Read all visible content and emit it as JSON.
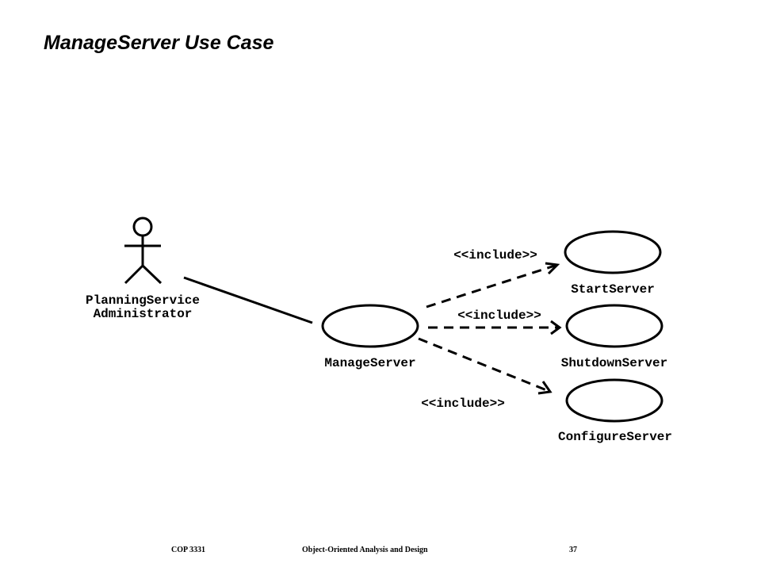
{
  "title": "ManageServer Use Case",
  "actor": {
    "name_line1": "PlanningService",
    "name_line2": "Administrator"
  },
  "use_cases": {
    "main": "ManageServer",
    "start": "StartServer",
    "shutdown": "ShutdownServer",
    "configure": "ConfigureServer"
  },
  "relations": {
    "include_start": "<<include>>",
    "include_shutdown": "<<include>>",
    "include_configure": "<<include>>"
  },
  "footer": {
    "course": "COP 3331",
    "subject": "Object-Oriented Analysis and Design",
    "page": "37"
  }
}
